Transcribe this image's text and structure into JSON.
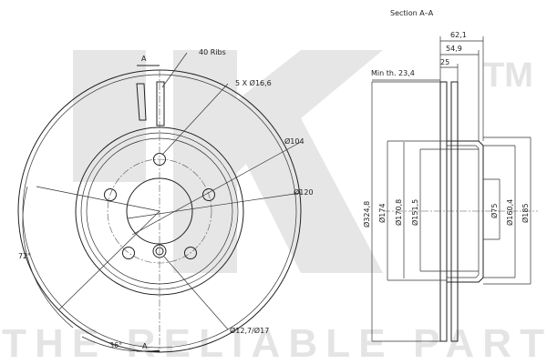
{
  "watermark": {
    "logo": "NK",
    "trademark": "TM",
    "tagline": "THE RELIABLE PART"
  },
  "front_view": {
    "section_marker": "A",
    "section_marker_bottom": "A",
    "ribs_label": "40 Ribs",
    "bolt_holes_label": "5 X Ø16,6",
    "pcd_label": "Ø104",
    "bolt_circle_label": "Ø120",
    "angle_72": "72°",
    "angle_36": "36°",
    "small_holes_label": "Ø12,7/Ø17"
  },
  "section_view": {
    "title": "Section A–A",
    "width_total": "62,1",
    "width_hat": "54,9",
    "thickness": "25",
    "min_thickness": "Min th. 23,4",
    "dia_outer": "Ø324,8",
    "dia_174": "Ø174",
    "dia_170_8": "Ø170,8",
    "dia_151_5": "Ø151,5",
    "dia_75": "Ø75",
    "dia_160_4": "Ø160,4",
    "dia_185": "Ø185"
  }
}
